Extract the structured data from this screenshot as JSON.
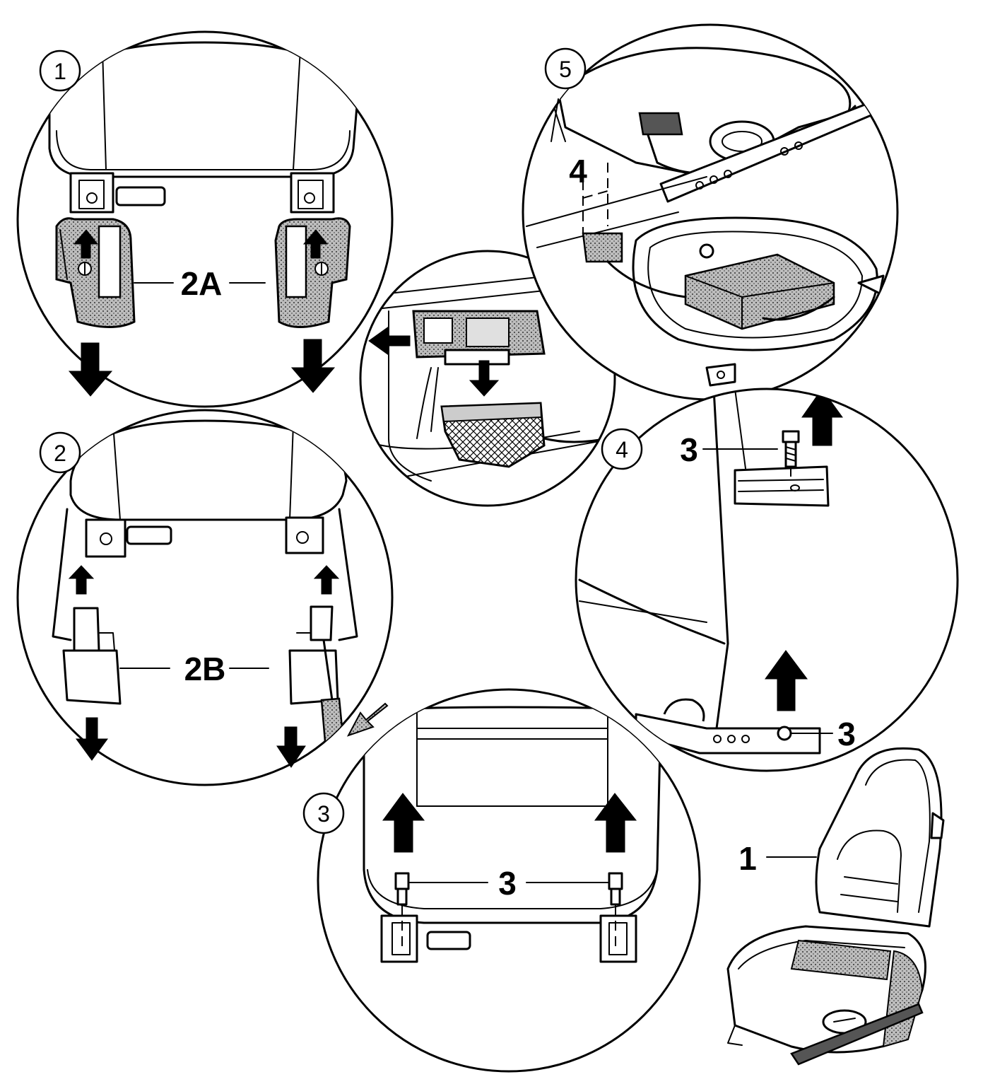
{
  "steps": {
    "step1": "1",
    "step2": "2",
    "step3": "3",
    "step4": "4",
    "step5": "5"
  },
  "callouts": {
    "label_2a": "2A",
    "label_2b": "2B",
    "label_3_backrest": "3",
    "label_3_rail_top": "3",
    "label_3_rail_bottom": "3",
    "label_4": "4",
    "label_1": "1"
  }
}
